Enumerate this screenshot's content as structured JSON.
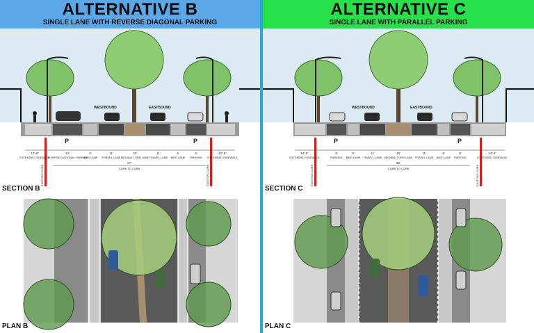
{
  "panels": [
    {
      "id": "b",
      "title": "ALTERNATIVE B",
      "subtitle": "SINGLE LANE WITH REVERSE DIAGONAL PARKING",
      "section_label": "SECTION B",
      "plan_label": "PLAN B",
      "section_direction_labels": [
        "WESTBOUND",
        "EASTBOUND"
      ],
      "existing_curb_label": "EXISTING CURB",
      "curb_to_curb": {
        "dimension": "57'",
        "label": "CURB TO CURB"
      },
      "segments": [
        {
          "dimension": "12'-6\"",
          "label": "EXTENDED SIDEWALK"
        },
        {
          "dimension": "14'",
          "label": "REVERSE DIAGONAL PARKING"
        },
        {
          "dimension": "6'",
          "label": "BIKE LANE"
        },
        {
          "dimension": "11'",
          "label": "TRAVEL LANE"
        },
        {
          "dimension": "10'",
          "label": "MEDIAN/ TURN LANE"
        },
        {
          "dimension": "11'",
          "label": "TRAVEL LANE"
        },
        {
          "dimension": "5'",
          "label": "BIKE LANE"
        },
        {
          "dimension": "8'",
          "label": "PARKING"
        },
        {
          "dimension": "12'-6\"",
          "label": "EXTENDED SIDEWALK"
        }
      ],
      "pavement_markings": [
        "P",
        "P"
      ]
    },
    {
      "id": "c",
      "title": "ALTERNATIVE C",
      "subtitle": "SINGLE LANE WITH PARALLEL PARKING",
      "section_label": "SECTION C",
      "plan_label": "PLAN C",
      "section_direction_labels": [
        "WESTBOUND",
        "EASTBOUND"
      ],
      "existing_curb_label": "EXISTING CURB",
      "curb_to_curb": {
        "dimension": "62'",
        "label": "CURB TO CURB"
      },
      "segments": [
        {
          "dimension": "14'-6\"",
          "label": "EXTENDED SIDEWALK"
        },
        {
          "dimension": "8'",
          "label": "PARKING"
        },
        {
          "dimension": "5'",
          "label": "BIKE LANE"
        },
        {
          "dimension": "11'",
          "label": "TRAVEL LANE"
        },
        {
          "dimension": "10'",
          "label": "MEDIAN/ TURN LANE"
        },
        {
          "dimension": "11'",
          "label": "TRAVEL LANE"
        },
        {
          "dimension": "5'",
          "label": "BIKE LANE"
        },
        {
          "dimension": "8'",
          "label": "PARKING"
        },
        {
          "dimension": "14'-6\"",
          "label": "EXTENDED SIDEWALK"
        }
      ],
      "pavement_markings": [
        "P",
        "P"
      ]
    }
  ],
  "colors": {
    "title_b": "#5aa8e8",
    "title_c": "#28e04a",
    "divider": "#2aa7dc",
    "sky": "#dcebf3",
    "asphalt": "#4a4a4a",
    "sidewalk": "#cfcfcf",
    "median": "#a98e6e",
    "curb_red": "#d21f1f",
    "tree": "#7fc26a"
  }
}
